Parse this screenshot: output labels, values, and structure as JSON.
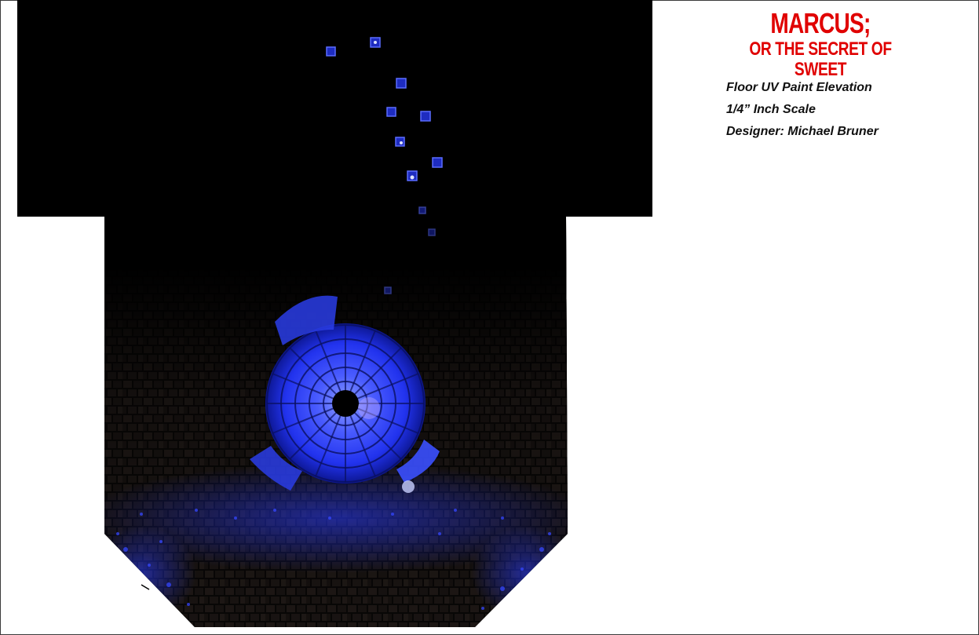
{
  "title": {
    "main": "MARCUS;",
    "subtitle": "OR THE SECRET OF SWEET",
    "color": "#e00000"
  },
  "notes": [
    "Floor UV Paint Elevation",
    "1/4” Inch Scale",
    "Designer: Michael Bruner"
  ],
  "drawing": {
    "description_icon": "floor-elevation-image",
    "background_color": "#000000",
    "uv_glow_color": "#3a55ff",
    "brick_color": "#2a2220"
  }
}
